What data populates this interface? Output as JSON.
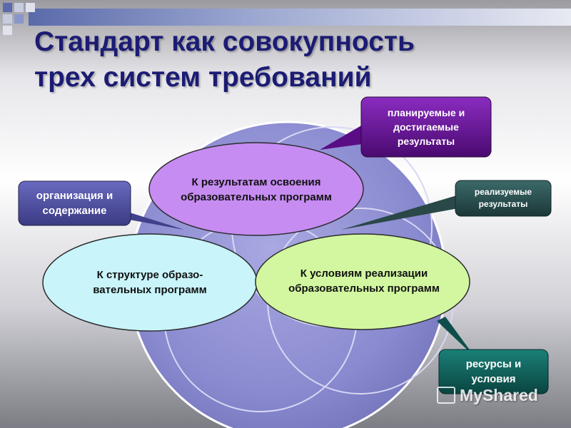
{
  "title": {
    "line1": "Стандарт как совокупность",
    "line2": "трех систем требований"
  },
  "ellipses": {
    "results": {
      "line1": "К результатам освоения",
      "line2": "образовательных программ"
    },
    "structure": {
      "line1": "К структуре образо-",
      "line2": "вательных программ"
    },
    "conditions": {
      "line1": "К условиям реализации",
      "line2": "образовательных программ"
    }
  },
  "callouts": {
    "planned": {
      "line1": "планируемые и",
      "line2": "достигаемые",
      "line3": "результаты"
    },
    "organization": {
      "line1": "организация и",
      "line2": "содержание"
    },
    "realized": {
      "line1": "реализуемые",
      "line2": "результаты"
    },
    "resources": {
      "line1": "ресурсы и",
      "line2": "условия"
    }
  },
  "watermark": {
    "text": "MyShared",
    "icon": "myshared-logo-icon"
  },
  "colors": {
    "title": "#1c1c74",
    "results_fill": "#c68cf2",
    "structure_fill": "#c8f4fa",
    "conditions_fill": "#d2f7a0",
    "planned_callout": "#6a1494",
    "organization_callout": "#50509e",
    "realized_callout": "#2a5050",
    "resources_callout": "#0e5e5a"
  }
}
